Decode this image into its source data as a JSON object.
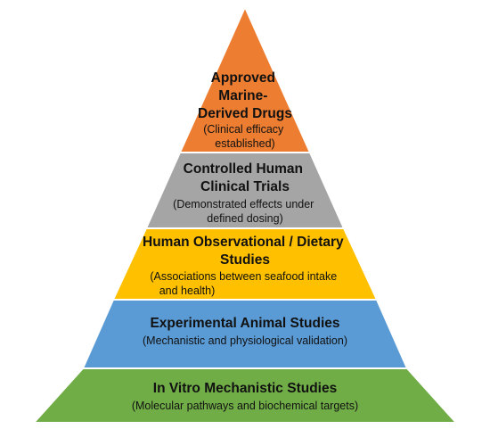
{
  "pyramid": {
    "tiers": [
      {
        "title_lines": [
          "Approved",
          "Marine-",
          "Derived Drugs"
        ],
        "desc_lines": [
          "(Clinical efficacy",
          "established)"
        ],
        "color": "#ED7D31"
      },
      {
        "title_lines": [
          "Controlled Human",
          "Clinical Trials"
        ],
        "desc_lines": [
          "(Demonstrated effects under",
          "defined dosing)"
        ],
        "color": "#A5A5A5"
      },
      {
        "title_lines": [
          "Human Observational / Dietary",
          "Studies"
        ],
        "desc_lines": [
          "(Associations between seafood intake",
          "and health)"
        ],
        "color": "#FFC000"
      },
      {
        "title_lines": [
          "Experimental Animal Studies"
        ],
        "desc_lines": [
          "(Mechanistic and physiological validation)"
        ],
        "color": "#5B9BD5"
      },
      {
        "title_lines": [
          "In Vitro Mechanistic Studies"
        ],
        "desc_lines": [
          "(Molecular pathways and biochemical targets)"
        ],
        "color": "#70AD47"
      }
    ]
  }
}
